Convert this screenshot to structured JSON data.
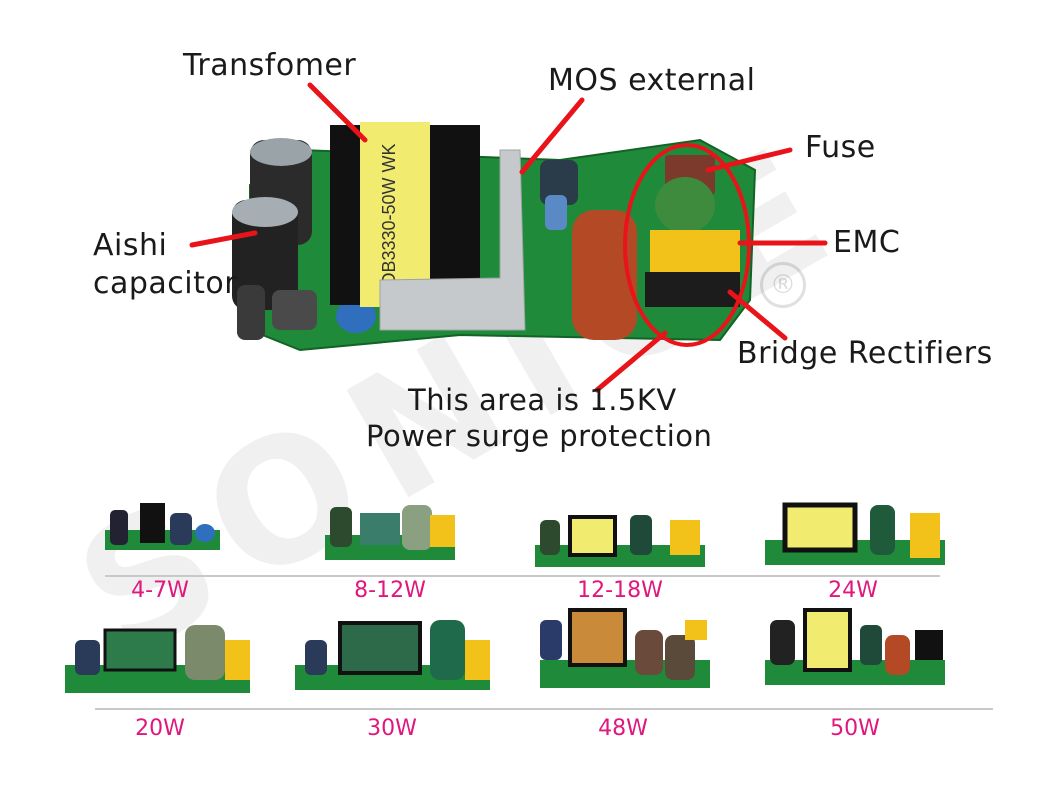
{
  "labels": {
    "transformer": "Transfomer",
    "mos": "MOS external",
    "fuse": "Fuse",
    "aishi_line1": "Aishi",
    "aishi_line2": "capacitor",
    "emc": "EMC",
    "bridge": "Bridge Rectifiers",
    "surge_line1": "This area is 1.5KV",
    "surge_line2": "Power surge protection"
  },
  "pcb_markings": {
    "transformer_print": "OB3330-50W  WK"
  },
  "watermark": "SONICE",
  "registered_mark": "®",
  "products": [
    {
      "watt": "4-7W"
    },
    {
      "watt": "8-12W"
    },
    {
      "watt": "12-18W"
    },
    {
      "watt": "24W"
    },
    {
      "watt": "20W"
    },
    {
      "watt": "30W"
    },
    {
      "watt": "48W"
    },
    {
      "watt": "50W"
    }
  ],
  "colors": {
    "arrow_red": "#e8141a",
    "watt_pink": "#e0177d",
    "pcb_green": "#1e8a3a"
  }
}
